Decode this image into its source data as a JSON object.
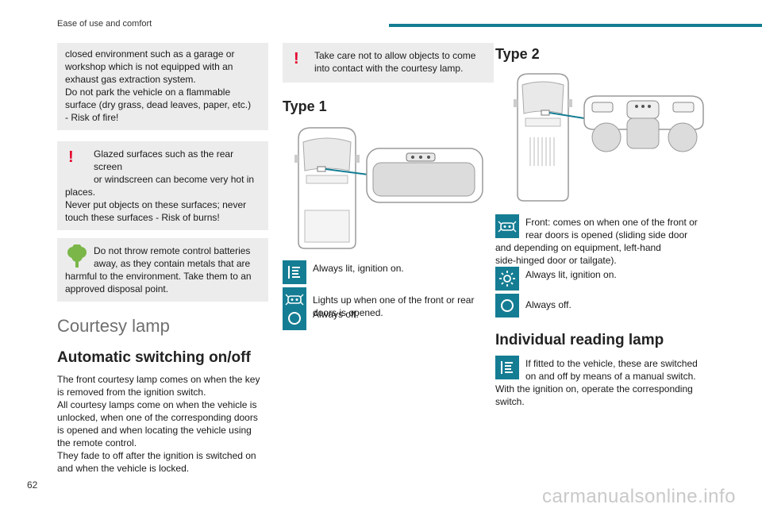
{
  "header": {
    "title": "Ease of use and comfort"
  },
  "page_number": "62",
  "watermark": "carmanualsonline.info",
  "col1": {
    "box1": "closed environment such as a garage or\nworkshop which is not equipped with an\nexhaust gas extraction system.\nDo not park the vehicle on a flammable\nsurface (dry grass, dead leaves, paper, etc.)\n- Risk of fire!",
    "box2_first": "Glazed surfaces such as the rear screen\nor windscreen can become very hot in",
    "box2_rest": "places.\nNever put objects on these surfaces; never\ntouch these surfaces - Risk of burns!",
    "box3_first": "Do not throw remote control batteries\naway, as they contain metals that are",
    "box3_rest": "harmful to the environment. Take them to an\napproved disposal point.",
    "section_title": "Courtesy lamp",
    "sub_title": "Automatic switching on/off",
    "body": "The front courtesy lamp comes on when the key\nis removed from the ignition switch.\nAll courtesy lamps come on when the vehicle is\nunlocked, when one of the corresponding doors\nis opened and when locating the vehicle using\nthe remote control.\nThey fade to off after the ignition is switched on\nand when the vehicle is locked."
  },
  "col2": {
    "warning": "Take care not to allow objects to come\ninto contact with the courtesy lamp.",
    "type_title": "Type 1",
    "items": [
      {
        "icon": "lamp-on-icon",
        "text": "Always lit, ignition on."
      },
      {
        "icon": "door-lamp-icon",
        "text": "Lights up when one of the front or rear\ndoors is opened."
      },
      {
        "icon": "lamp-off-icon",
        "text": "Always off."
      }
    ]
  },
  "col3": {
    "type_title": "Type 2",
    "item1_first": "Front: comes on when one of the front or\nrear doors is opened (sliding side door",
    "item1_rest": "and depending on equipment, left-hand\nside-hinged door or tailgate).",
    "item2": "Always lit, ignition on.",
    "item3": "Always off.",
    "sub_title": "Individual reading lamp",
    "reading_first": "If fitted to the vehicle, these are switched\non and off by means of a manual switch.",
    "reading_rest": "With the ignition on, operate the corresponding\nswitch."
  },
  "colors": {
    "accent": "#157d93",
    "warning": "#e4002b",
    "eco": "#7ab648",
    "box_bg": "#ececec"
  }
}
